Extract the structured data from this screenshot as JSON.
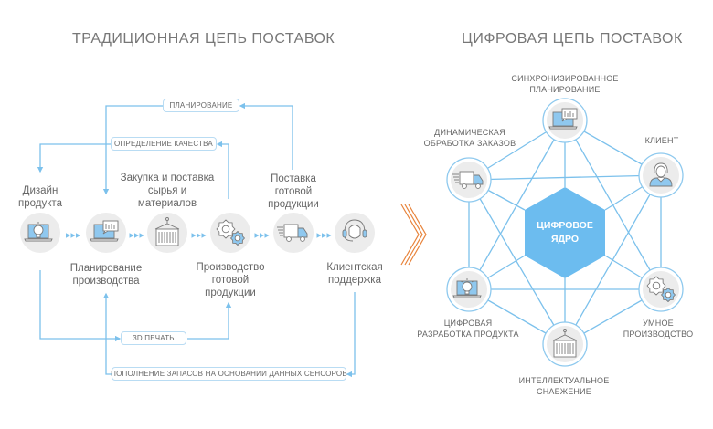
{
  "colors": {
    "line": "#7cc1ec",
    "circle_fill": "#ececec",
    "circle_border": "#8ec9ee",
    "icon_blue": "#8fc8ef",
    "icon_stroke": "#7a7a7a",
    "core": "#6cbcef",
    "chevron": "#e8833a",
    "text": "#666666"
  },
  "traditional": {
    "title": "ТРАДИЦИОННАЯ ЦЕПЬ ПОСТАВОК",
    "steps": [
      {
        "id": "design",
        "label_line1": "Дизайн",
        "label_line2": "продукта",
        "label_line3": "",
        "icon": "laptop-lightbulb-icon"
      },
      {
        "id": "planning",
        "label_line1": "Планирование",
        "label_line2": "производства",
        "label_line3": "",
        "icon": "laptop-chart-icon"
      },
      {
        "id": "procurement",
        "label_line1": "Закупка и поставка",
        "label_line2": "сырья и",
        "label_line3": "материалов",
        "icon": "container-icon"
      },
      {
        "id": "production",
        "label_line1": "Производство",
        "label_line2": "готовой",
        "label_line3": "продукции",
        "icon": "gears-icon"
      },
      {
        "id": "delivery",
        "label_line1": "Поставка",
        "label_line2": "готовой",
        "label_line3": "продукции",
        "icon": "truck-icon"
      },
      {
        "id": "support",
        "label_line1": "Клиентская",
        "label_line2": "поддержка",
        "label_line3": "",
        "icon": "headset-icon"
      }
    ],
    "tags": {
      "planning": "ПЛАНИРОВАНИЕ",
      "quality": "ОПРЕДЕЛЕНИЕ КАЧЕСТВА",
      "printing": "3D ПЕЧАТЬ",
      "replenishment": "ПОПОЛНЕНИЕ ЗАПАСОВ НА ОСНОВАНИИ ДАННЫХ СЕНСОРОВ"
    }
  },
  "transition_icon": "triple-chevron-right-icon",
  "digital": {
    "title": "ЦИФРОВАЯ ЦЕПЬ ПОСТАВОК",
    "core_line1": "ЦИФРОВОЕ",
    "core_line2": "ЯДРО",
    "nodes": [
      {
        "id": "sync",
        "label_line1": "СИНХРОНИЗИРОВАННОЕ",
        "label_line2": "ПЛАНИРОВАНИЕ",
        "icon": "laptop-chart-icon"
      },
      {
        "id": "client",
        "label_line1": "КЛИЕНТ",
        "label_line2": "",
        "icon": "person-icon"
      },
      {
        "id": "smart",
        "label_line1": "УМНОЕ",
        "label_line2": "ПРОИЗВОДСТВО",
        "icon": "gears-icon"
      },
      {
        "id": "supply",
        "label_line1": "ИНТЕЛЛЕКТУАЛЬНОЕ",
        "label_line2": "СНАБЖЕНИЕ",
        "icon": "container-icon"
      },
      {
        "id": "product",
        "label_line1": "ЦИФРОВАЯ",
        "label_line2": "РАЗРАБОТКА ПРОДУКТА",
        "icon": "laptop-lightbulb-icon"
      },
      {
        "id": "orders",
        "label_line1": "ДИНАМИЧЕСКАЯ",
        "label_line2": "ОБРАБОТКА ЗАКАЗОВ",
        "icon": "truck-icon"
      }
    ]
  }
}
